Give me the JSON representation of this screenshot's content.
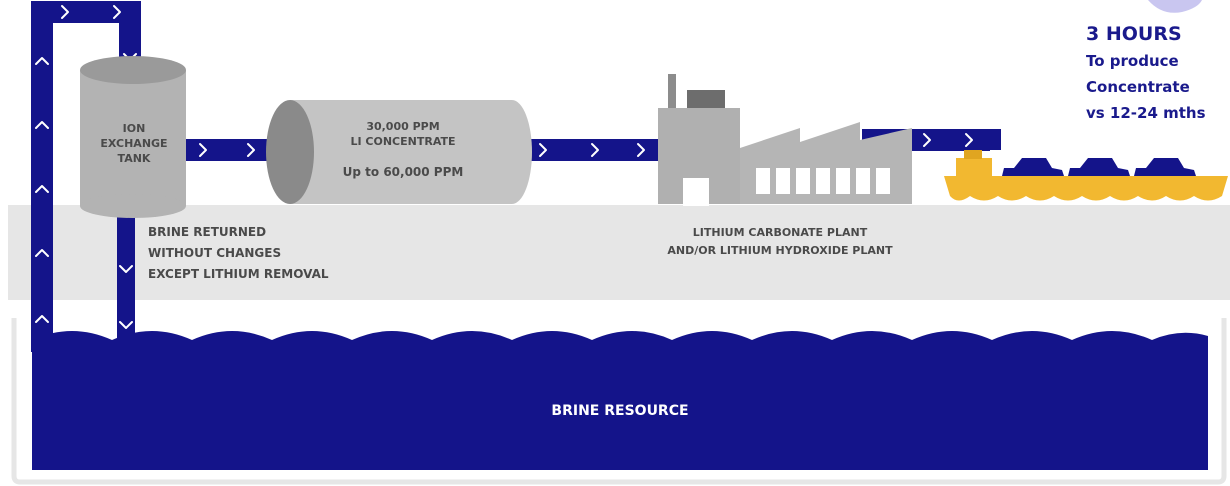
{
  "tank": {
    "label": "ION\nEXCHANGE\nTANK"
  },
  "concentrate": {
    "line1": "30,000 PPM",
    "line2": "LI CONCENTRATE",
    "line3": "Up to 60,000 PPM"
  },
  "brine_returned": {
    "text": "BRINE RETURNED\nWITHOUT CHANGES\nEXCEPT LITHIUM REMOVAL"
  },
  "plant": {
    "text": "LITHIUM CARBONATE PLANT\nAND/OR LITHIUM HYDROXIDE PLANT"
  },
  "resource": {
    "label": "BRINE RESOURCE"
  },
  "callout": {
    "headline": "3 HOURS",
    "line1": "To produce",
    "line2": "Concentrate",
    "line3": "vs 12-24 mths"
  },
  "colors": {
    "navy": "#14148a",
    "grey_band": "#e6e6e6",
    "tank_grey": "#b3b3b3",
    "ship_yellow": "#f2b830",
    "accent_purple": "#c9c6f0"
  },
  "icons": {
    "flow_arrow": "chevron-right-icon",
    "up_arrow": "chevron-up-icon",
    "down_arrow": "chevron-down-icon"
  }
}
